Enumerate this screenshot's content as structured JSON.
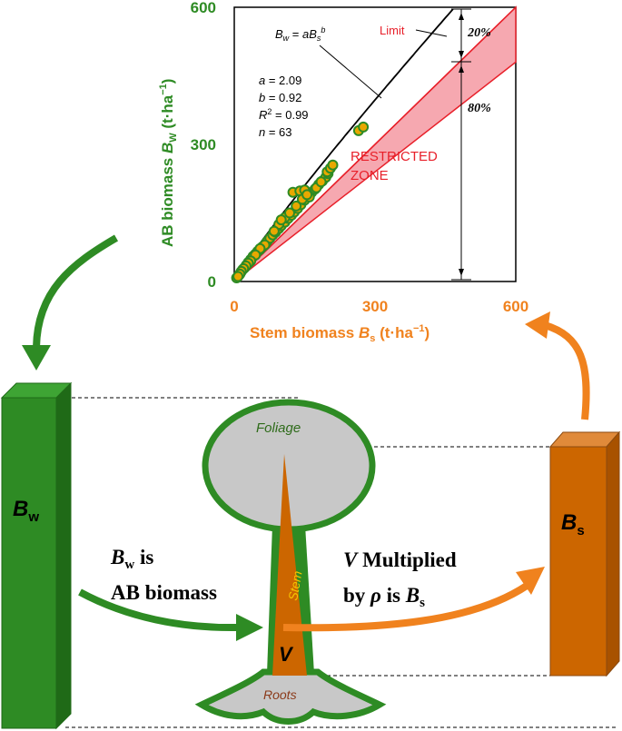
{
  "colors": {
    "green": "#2e8b24",
    "green_dark": "#1f6a17",
    "orange": "#f0821e",
    "orange_bar": "#cc6600",
    "red": "#e8202a",
    "pink_fill": "#f6a8b0",
    "gray": "#c8c8c8",
    "point_fill": "#e8a800",
    "text_stem": "#f5c400",
    "text_roots": "#8b3a1a"
  },
  "chart": {
    "ylabel": "AB biomass",
    "ylabel_var": "B",
    "ylabel_sub": "W",
    "ylabel_unit": "(t·ha",
    "ylabel_exp": "−1",
    "ylabel_close": ")",
    "xlabel": "Stem biomass",
    "xlabel_var": "B",
    "xlabel_sub": "s",
    "xlabel_unit": "(t·ha",
    "xlabel_exp": "−1",
    "xlabel_close": ")",
    "x_ticks": [
      "0",
      "300",
      "600"
    ],
    "y_ticks": [
      "0",
      "300",
      "600"
    ],
    "equation": {
      "lhs": "B",
      "lhs_sub": "w",
      "eq": " = ",
      "a": "a",
      "B": "B",
      "B_sub": "s",
      "exp": "b"
    },
    "stats": [
      {
        "var": "a",
        "val": " = 2.09"
      },
      {
        "var": "b",
        "val": " = 0.92"
      },
      {
        "var": "R",
        "sup": "2",
        "val": " = 0.99"
      },
      {
        "var": "n",
        "val": " = 63"
      }
    ],
    "limit_label": "Limit",
    "zone_line1": "RESTRICTED",
    "zone_line2": "ZONE",
    "pct_top": "20%",
    "pct_bottom": "80%"
  },
  "chart_data": {
    "type": "scatter",
    "xlim": [
      0,
      600
    ],
    "ylim": [
      0,
      600
    ],
    "x_ticks": [
      0,
      300,
      600
    ],
    "y_ticks": [
      0,
      300,
      600
    ],
    "fit": {
      "a": 2.09,
      "b": 0.92
    },
    "limit_line": [
      [
        0,
        0
      ],
      [
        600,
        600
      ]
    ],
    "restricted_lower": [
      [
        0,
        0
      ],
      [
        600,
        480
      ]
    ],
    "points": [
      [
        5,
        8
      ],
      [
        10,
        14
      ],
      [
        14,
        20
      ],
      [
        18,
        26
      ],
      [
        22,
        30
      ],
      [
        26,
        36
      ],
      [
        30,
        42
      ],
      [
        35,
        48
      ],
      [
        40,
        55
      ],
      [
        45,
        60
      ],
      [
        50,
        66
      ],
      [
        55,
        70
      ],
      [
        60,
        76
      ],
      [
        66,
        82
      ],
      [
        70,
        88
      ],
      [
        76,
        95
      ],
      [
        82,
        102
      ],
      [
        88,
        108
      ],
      [
        95,
        116
      ],
      [
        100,
        122
      ],
      [
        108,
        130
      ],
      [
        115,
        138
      ],
      [
        122,
        145
      ],
      [
        128,
        152
      ],
      [
        135,
        160
      ],
      [
        142,
        168
      ],
      [
        150,
        178
      ],
      [
        158,
        186
      ],
      [
        165,
        195
      ],
      [
        172,
        202
      ],
      [
        180,
        212
      ],
      [
        188,
        220
      ],
      [
        195,
        228
      ],
      [
        200,
        236
      ],
      [
        125,
        195
      ],
      [
        140,
        198
      ],
      [
        150,
        200
      ],
      [
        108,
        140
      ],
      [
        95,
        125
      ],
      [
        85,
        110
      ],
      [
        65,
        80
      ],
      [
        55,
        72
      ],
      [
        45,
        58
      ],
      [
        35,
        45
      ],
      [
        30,
        40
      ],
      [
        25,
        34
      ],
      [
        20,
        28
      ],
      [
        15,
        22
      ],
      [
        12,
        16
      ],
      [
        8,
        11
      ],
      [
        160,
        185
      ],
      [
        175,
        205
      ],
      [
        185,
        218
      ],
      [
        198,
        240
      ],
      [
        205,
        248
      ],
      [
        210,
        255
      ],
      [
        265,
        330
      ],
      [
        275,
        338
      ],
      [
        100,
        135
      ],
      [
        118,
        150
      ],
      [
        132,
        165
      ],
      [
        145,
        180
      ],
      [
        155,
        190
      ]
    ]
  },
  "diagram": {
    "bw_bar_var": "B",
    "bw_bar_sub": "w",
    "bs_bar_var": "B",
    "bs_bar_sub": "s",
    "foliage": "Foliage",
    "stem": "Stem",
    "v_label": "V",
    "roots": "Roots",
    "left_text_var": "B",
    "left_text_sub": "w",
    "left_text_rest": " is",
    "left_text_line2": "AB biomass",
    "right_text_v": "V",
    "right_text_line1_rest": " Multiplied",
    "right_text_by": "by ",
    "right_text_rho": "ρ",
    "right_text_is": " is ",
    "right_text_B": "B",
    "right_text_Bsub": "s"
  }
}
